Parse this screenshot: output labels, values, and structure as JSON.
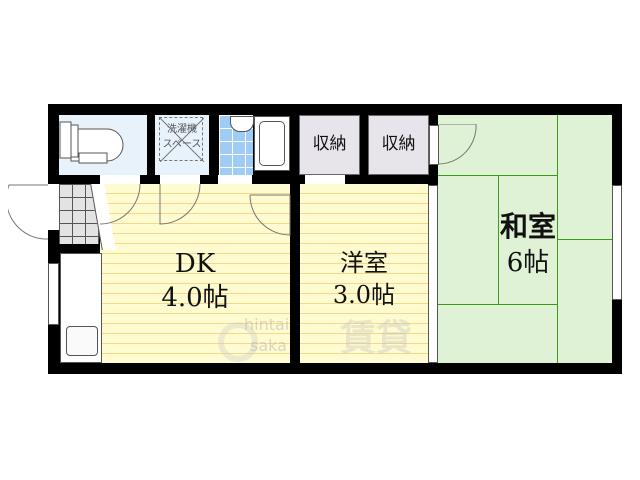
{
  "floor_plan": {
    "rooms": {
      "dk": {
        "name": "DK",
        "size": "4.0帖"
      },
      "western": {
        "name": "洋室",
        "size": "3.0帖"
      },
      "japanese": {
        "name": "和室",
        "size": "6帖"
      },
      "storage_1": {
        "name": "収納"
      },
      "storage_2": {
        "name": "収納"
      },
      "laundry": {
        "line1": "洗濯機",
        "line2": "スペース"
      }
    },
    "watermark": {
      "text_top": "hintai",
      "text_bottom": "saka",
      "kanji": "賃貸"
    },
    "colors": {
      "wall": "#000000",
      "dk_floor": "#fffbd0",
      "floor_stripe": "#f4d98a",
      "toilet_room": "#e8f2fb",
      "bath_tile": "#9fccf4",
      "storage": "#e8e4ec",
      "tatami": "#dff2d6",
      "tatami_line": "#3a9a1a"
    }
  }
}
